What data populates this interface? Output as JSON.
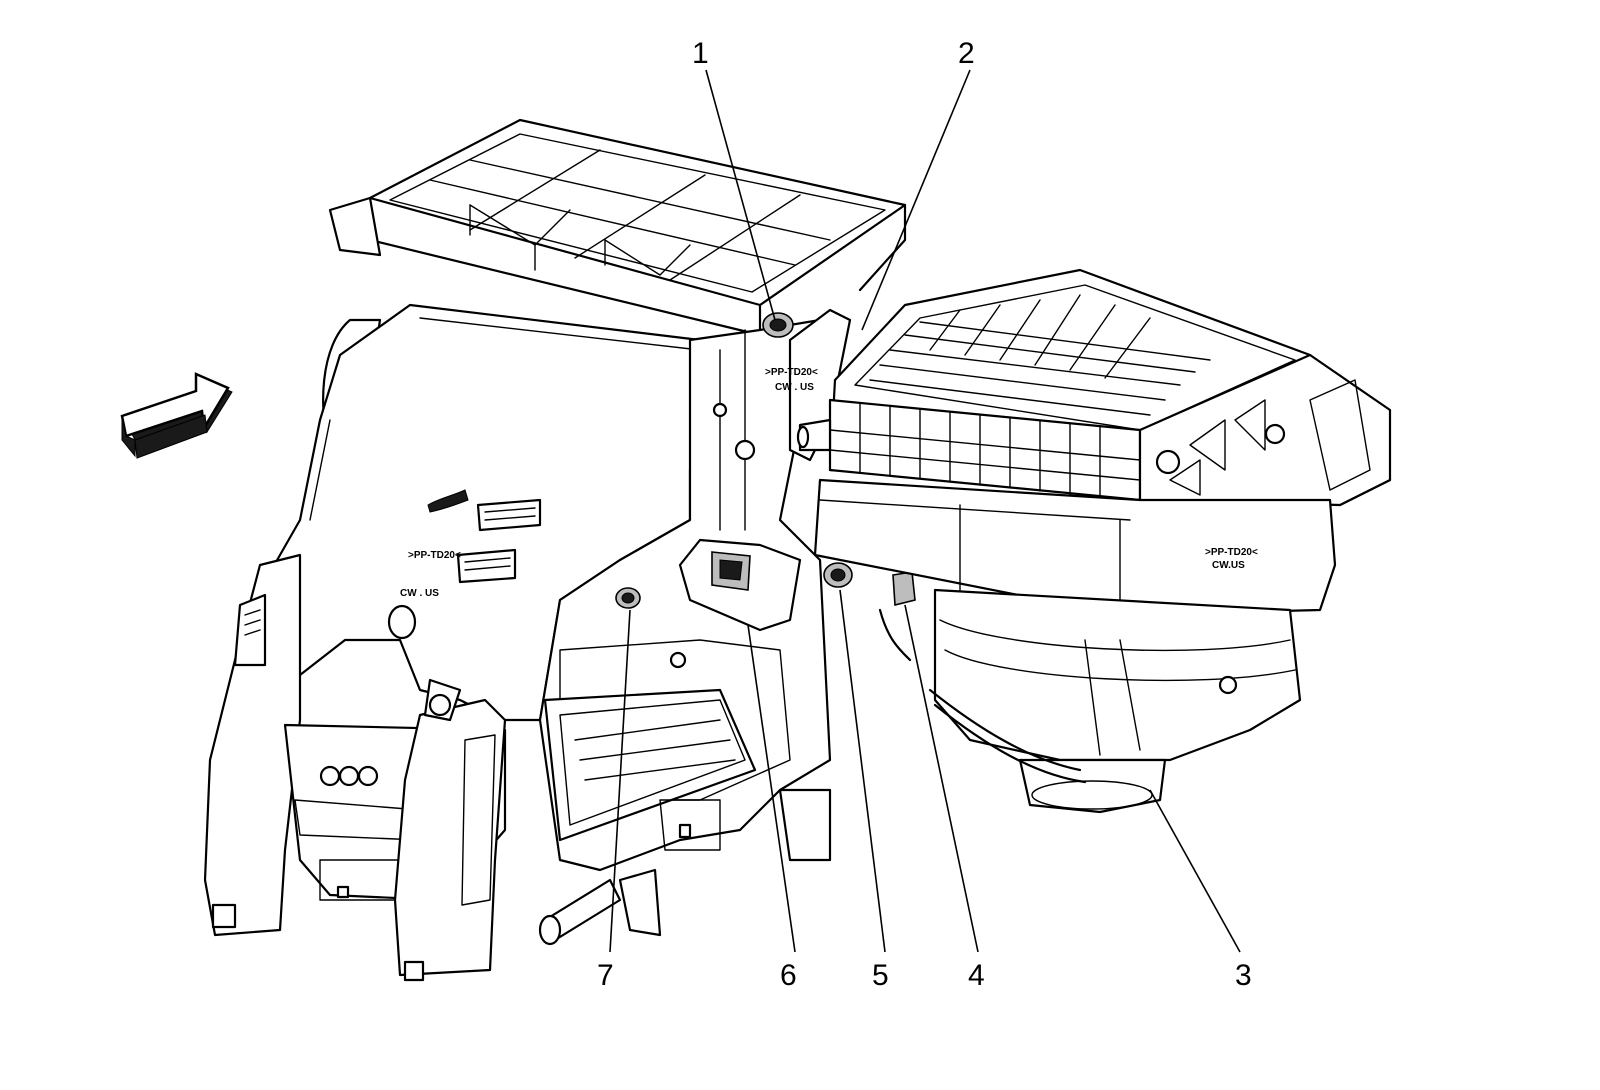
{
  "figure": {
    "callouts": [
      {
        "label": "1"
      },
      {
        "label": "2"
      },
      {
        "label": "3"
      },
      {
        "label": "4"
      },
      {
        "label": "5"
      },
      {
        "label": "6"
      },
      {
        "label": "7"
      }
    ],
    "stamps": {
      "material": ">PP-TD20<",
      "code": "CW . US",
      "blower_material": ">PP-TD20<",
      "blower_code": "CW.US"
    }
  }
}
